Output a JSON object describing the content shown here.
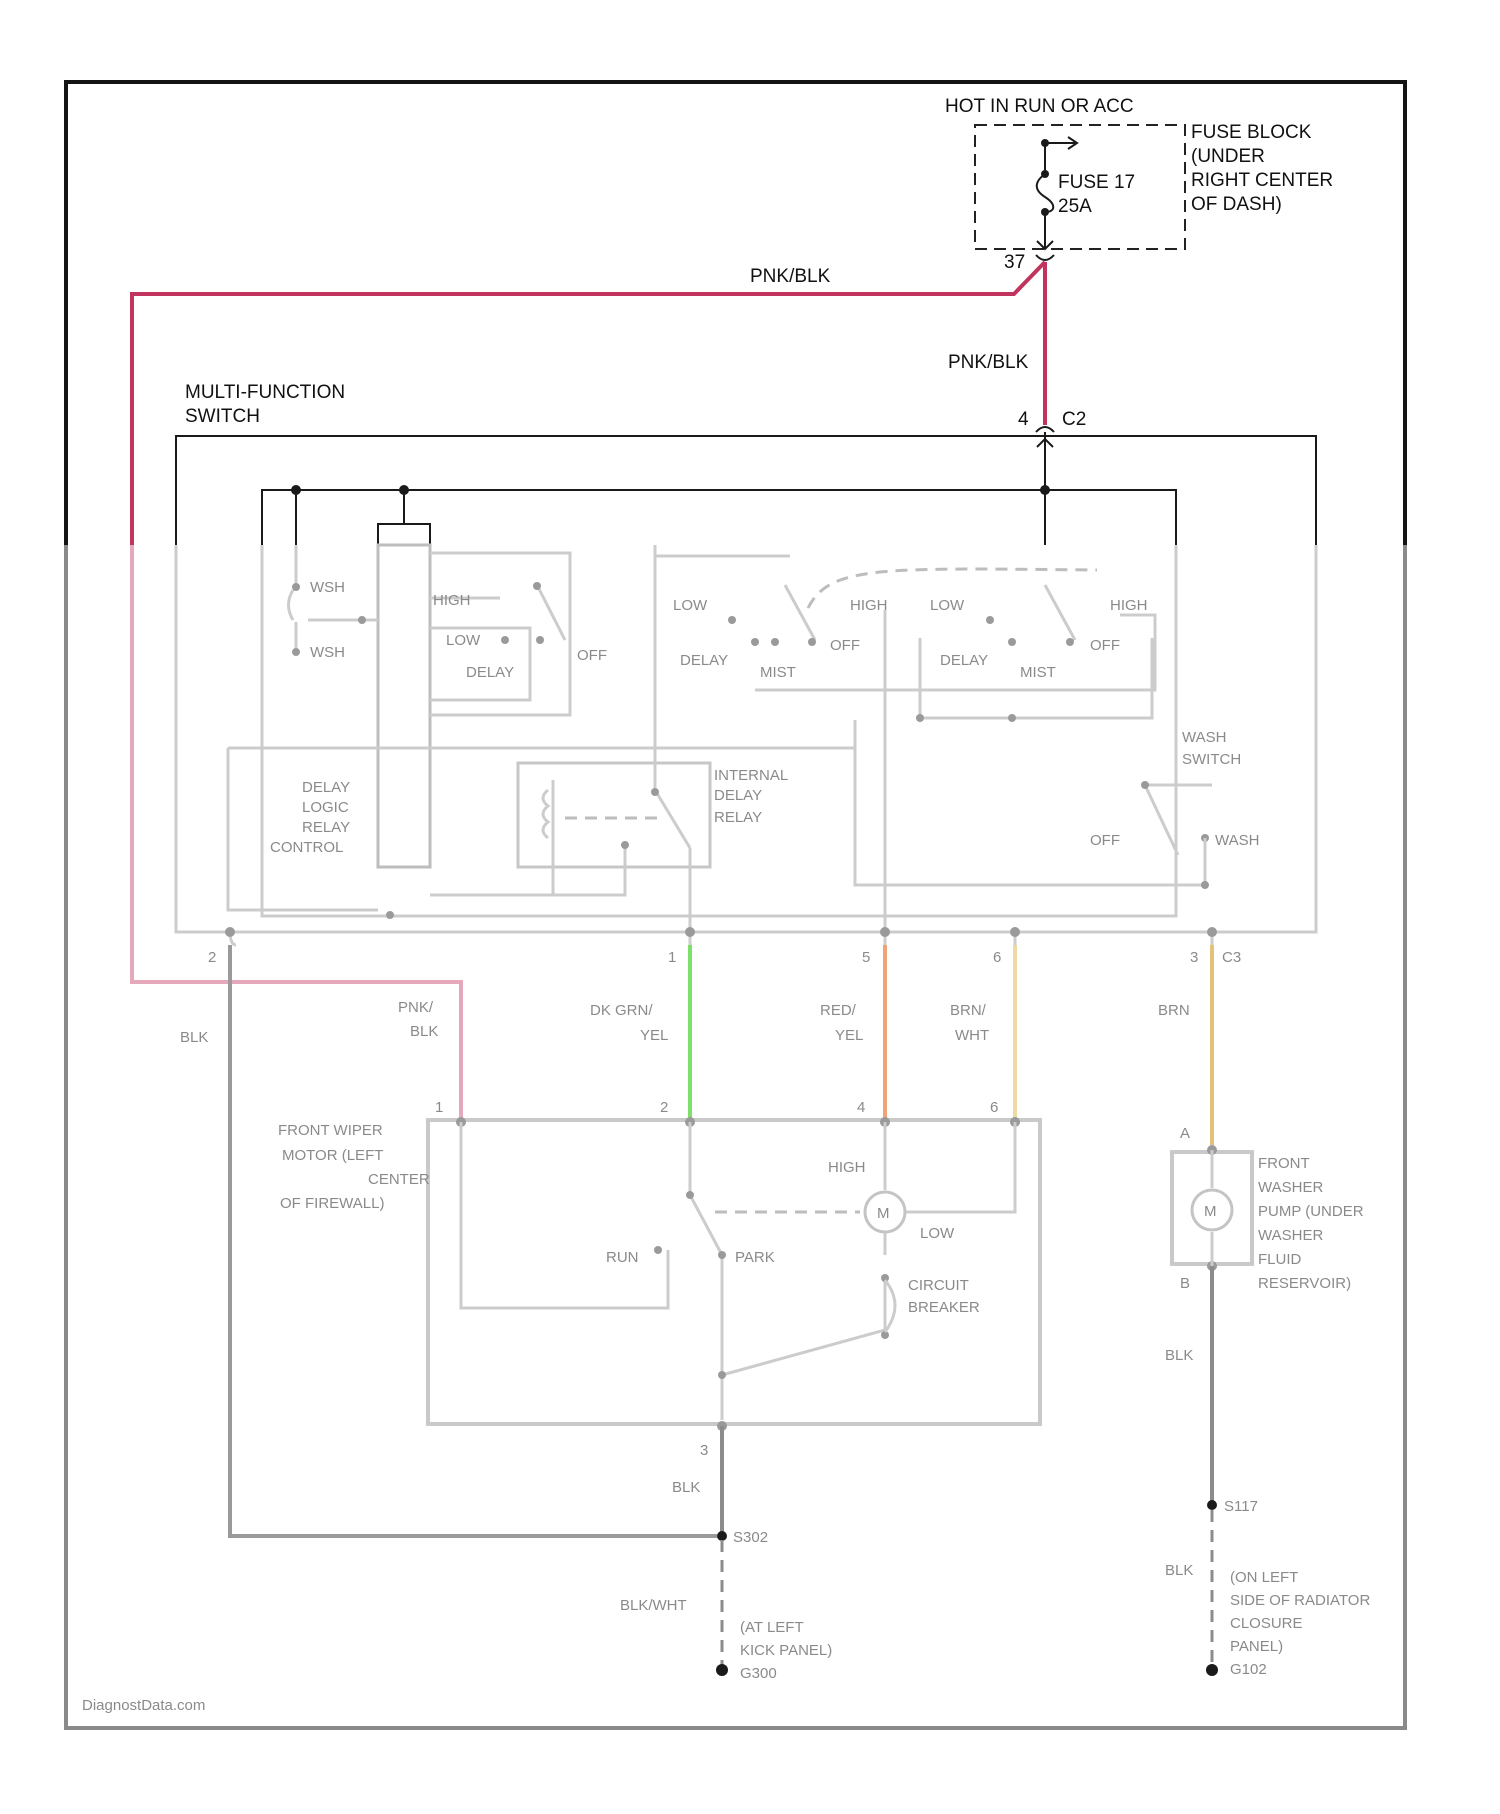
{
  "diagram": {
    "labels": {
      "hot_in_run": "HOT IN RUN OR ACC",
      "fuse_block": [
        "FUSE BLOCK",
        "(UNDER",
        "RIGHT CENTER",
        "OF DASH)"
      ],
      "fuse_name": "FUSE 17",
      "fuse_rating": "25A",
      "pin_37": "37",
      "wire_top": "PNK/BLK",
      "wire_vertical": "PNK/BLK",
      "mfs_title": [
        "MULTI-FUNCTION",
        "SWITCH"
      ],
      "pin_4": "4",
      "conn_c2": "C2"
    },
    "switch_labels": {
      "wash": "WSH",
      "wash2": "WSH",
      "high1": "HIGH",
      "low1": "LOW",
      "delay1": "DELAY",
      "off1": "OFF",
      "low2": "LOW",
      "high2": "HIGH",
      "delay2": "DELAY",
      "mist2": "MIST",
      "off2": "OFF",
      "low3": "LOW",
      "high3": "HIGH",
      "delay3": "DELAY",
      "mist3": "MIST",
      "off3": "OFF",
      "washer_switch": [
        "WASH",
        "SWITCH"
      ],
      "washer_off": "OFF",
      "washer_wash": "WASH",
      "delay_logic": [
        "DELAY",
        "LOGIC",
        "RELAY",
        "CONTROL"
      ],
      "internal_relay": [
        "INTERNAL",
        "DELAY",
        "RELAY"
      ]
    },
    "connector_pins": {
      "p2": "2",
      "p1": "1",
      "p5": "5",
      "p6": "6",
      "p3": "3",
      "c3": "C3"
    },
    "wire_colors": {
      "blk_left": "BLK",
      "pnk_blk_lower": [
        "PNK/",
        "BLK"
      ],
      "dk_grn_yel": [
        "DK GRN/",
        "YEL"
      ],
      "red_yel": [
        "RED/",
        "YEL"
      ],
      "brn_wht": [
        "BRN/",
        "WHT"
      ],
      "brn": "BRN"
    },
    "motor": {
      "pin1": "1",
      "pin2": "2",
      "pin4": "4",
      "pin6": "6",
      "title": [
        "FRONT WIPER",
        "MOTOR (LEFT",
        "CENTER",
        "OF FIREWALL)"
      ],
      "high": "HIGH",
      "m": "M",
      "low": "LOW",
      "run": "RUN",
      "park": "PARK",
      "breaker": [
        "CIRCUIT",
        "BREAKER"
      ],
      "pin3": "3",
      "blk": "BLK",
      "splice": "S302",
      "blk_wht": "BLK/WHT",
      "ground": [
        "(AT LEFT",
        "KICK PANEL)",
        "G300"
      ]
    },
    "washer": {
      "pin_a": "A",
      "pin_b": "B",
      "m": "M",
      "title": [
        "FRONT",
        "WASHER",
        "PUMP (UNDER",
        "WASHER",
        "FLUID",
        "RESERVOIR)"
      ],
      "blk": "BLK",
      "splice": "S117",
      "blk2": "BLK",
      "ground": [
        "(ON LEFT",
        "SIDE OF RADIATOR",
        "CLOSURE",
        "PANEL)",
        "G102"
      ]
    },
    "watermark": "DiagnostData.com"
  },
  "colors": {
    "pnk_blk": "#c0345e",
    "dk_grn_yel": "#7ee06b",
    "red_yel": "#f2a277",
    "brn_wht": "#eed9a2",
    "brn": "#e3c27a",
    "frame": "#141414"
  }
}
